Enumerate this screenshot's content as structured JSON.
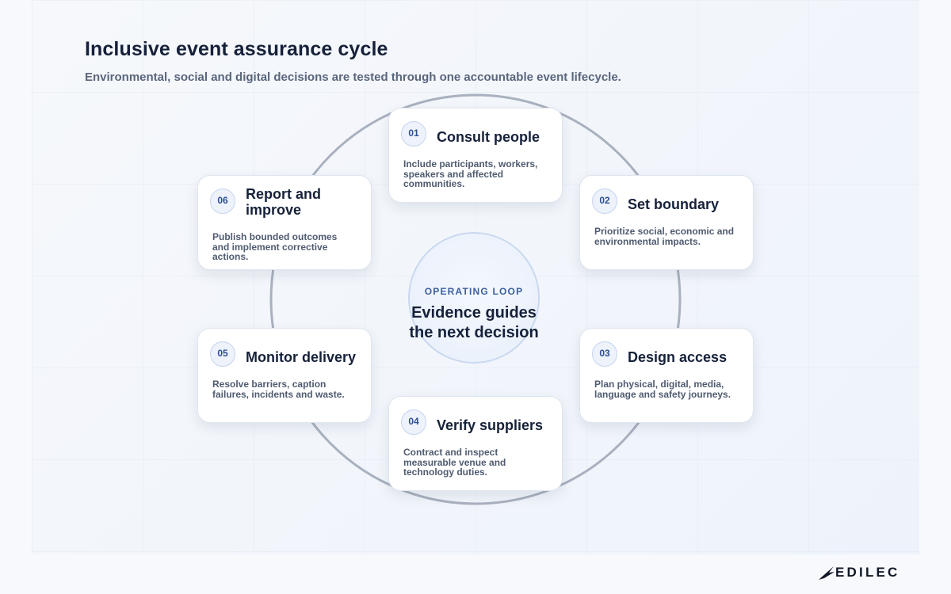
{
  "header": {
    "title": "Inclusive event assurance cycle",
    "subtitle": "Environmental, social and digital decisions are tested through one accountable event lifecycle."
  },
  "center": {
    "eyebrow": "OPERATING LOOP",
    "headline_line1": "Evidence guides",
    "headline_line2": "the next decision"
  },
  "steps": [
    {
      "number": "01",
      "title": "Consult people",
      "description": "Include participants, workers, speakers and affected communities."
    },
    {
      "number": "02",
      "title": "Set boundary",
      "description": "Prioritize social, economic and environmental impacts."
    },
    {
      "number": "03",
      "title": "Design access",
      "description": "Plan physical, digital, media, language and safety journeys."
    },
    {
      "number": "04",
      "title": "Verify suppliers",
      "description": "Contract and inspect measurable venue and technology duties."
    },
    {
      "number": "05",
      "title": "Monitor delivery",
      "description": "Resolve barriers, caption failures, incidents and waste."
    },
    {
      "number": "06",
      "title": "Report and improve",
      "description": "Publish bounded outcomes and implement corrective actions."
    }
  ],
  "logo": {
    "text": "EDILEC"
  },
  "colors": {
    "ring": "#a9b1bf",
    "accent": "#2f4f93",
    "title": "#16213a"
  }
}
